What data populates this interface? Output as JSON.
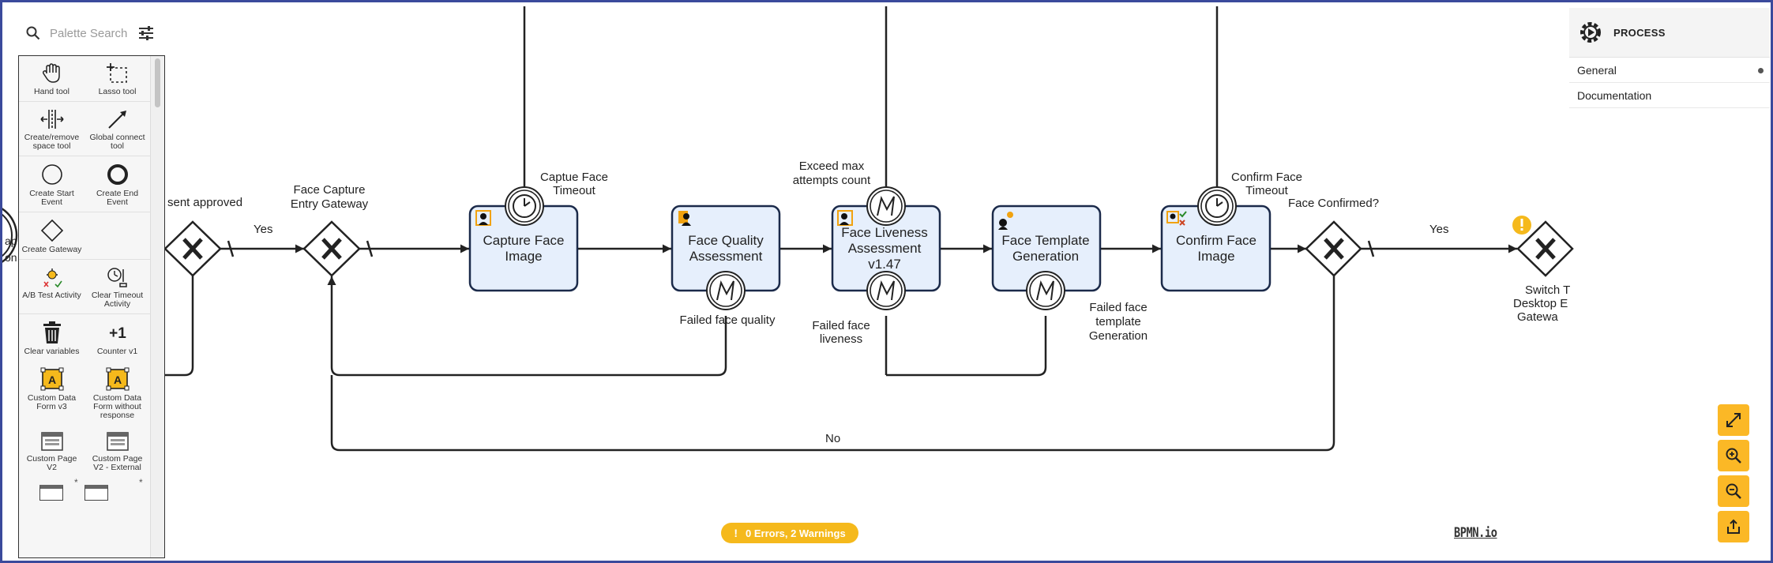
{
  "palette": {
    "search_placeholder": "Palette Search",
    "items": [
      {
        "label": "Hand tool",
        "icon": "hand-icon"
      },
      {
        "label": "Lasso tool",
        "icon": "lasso-icon"
      },
      {
        "label": "Create/remove space tool",
        "icon": "space-tool-icon"
      },
      {
        "label": "Global connect tool",
        "icon": "connect-arrow-icon"
      },
      {
        "label": "Create Start Event",
        "icon": "start-event-icon"
      },
      {
        "label": "Create End Event",
        "icon": "end-event-icon"
      },
      {
        "label": "Create Gateway",
        "icon": "gateway-icon"
      },
      {
        "label": "A/B Test Activity",
        "icon": "ab-test-icon"
      },
      {
        "label": "Clear Timeout Activity",
        "icon": "clear-timeout-icon"
      },
      {
        "label": "Clear variables",
        "icon": "trash-icon"
      },
      {
        "label": "Counter v1",
        "icon": "plus-one-icon"
      },
      {
        "label": "Custom Data Form v3",
        "icon": "data-form-icon"
      },
      {
        "label": "Custom Data Form without response",
        "icon": "data-form-icon"
      },
      {
        "label": "Custom Page V2",
        "icon": "page-icon"
      },
      {
        "label": "Custom Page V2 - External",
        "icon": "page-icon"
      }
    ]
  },
  "properties": {
    "title": "PROCESS",
    "sections": [
      "General",
      "Documentation"
    ]
  },
  "diagram": {
    "tasks": {
      "capture": "Capture Face Image",
      "quality": "Face Quality Assessment",
      "liveness": "Face Liveness Assessment v1.47",
      "template": "Face Template Generation",
      "confirm": "Confirm Face Image"
    },
    "labels": {
      "consent_approved": "sent approved",
      "yes1": "Yes",
      "entry_gateway": "Face Capture Entry Gateway",
      "capture_timeout": "Captue Face Timeout",
      "exceed_max": "Exceed max attempts count",
      "confirm_timeout": "Confirm Face Timeout",
      "face_confirmed": "Face Confirmed?",
      "yes2": "Yes",
      "failed_quality": "Failed face quality",
      "failed_liveness": "Failed face liveness",
      "failed_template": "Failed face template Generation",
      "no": "No",
      "switch_gateway": "Switch T Desktop E Gatewa",
      "left_partial_1": "ap",
      "left_partial_2": "on"
    }
  },
  "status": {
    "text": "0 Errors, 2 Warnings",
    "color": "#f5b91c"
  },
  "branding": "BPMN.io",
  "controls": [
    "fullscreen-icon",
    "zoom-in-icon",
    "zoom-out-icon",
    "share-icon"
  ]
}
